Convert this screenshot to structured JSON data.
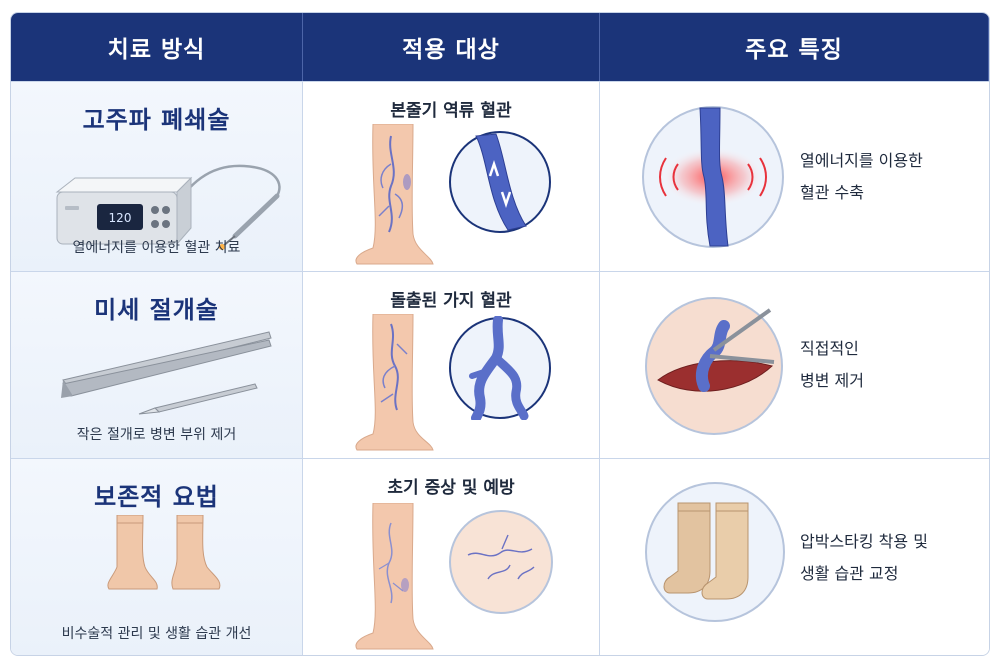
{
  "header": {
    "col1": "치료 방식",
    "col2": "적용 대상",
    "col3": "주요 특징"
  },
  "rows": [
    {
      "method": "고주파 폐쇄술",
      "method_desc": "열에너지를 이용한 혈관 치료",
      "device_display": "120",
      "target": "본줄기 역류 혈관",
      "feature_line1": "열에너지를 이용한",
      "feature_line2": "혈관 수축"
    },
    {
      "method": "미세 절개술",
      "method_desc": "작은 절개로 병변 부위 제거",
      "target": "돌출된 가지 혈관",
      "feature_line1": "직접적인",
      "feature_line2": "병변 제거"
    },
    {
      "method": "보존적 요법",
      "method_desc": "비수술적 관리 및 생활 습관 개선",
      "target": "초기 증상 및 예방",
      "feature_line1": "압박스타킹 착용 및",
      "feature_line2": "생활 습관 교정"
    }
  ],
  "colors": {
    "header_bg": "#1b3479",
    "title_blue": "#1b3479",
    "vein": "#5a6fc9",
    "skin": "#f3c8ad",
    "heat_red": "#e8323c",
    "stocking": "#e2c3a0"
  }
}
